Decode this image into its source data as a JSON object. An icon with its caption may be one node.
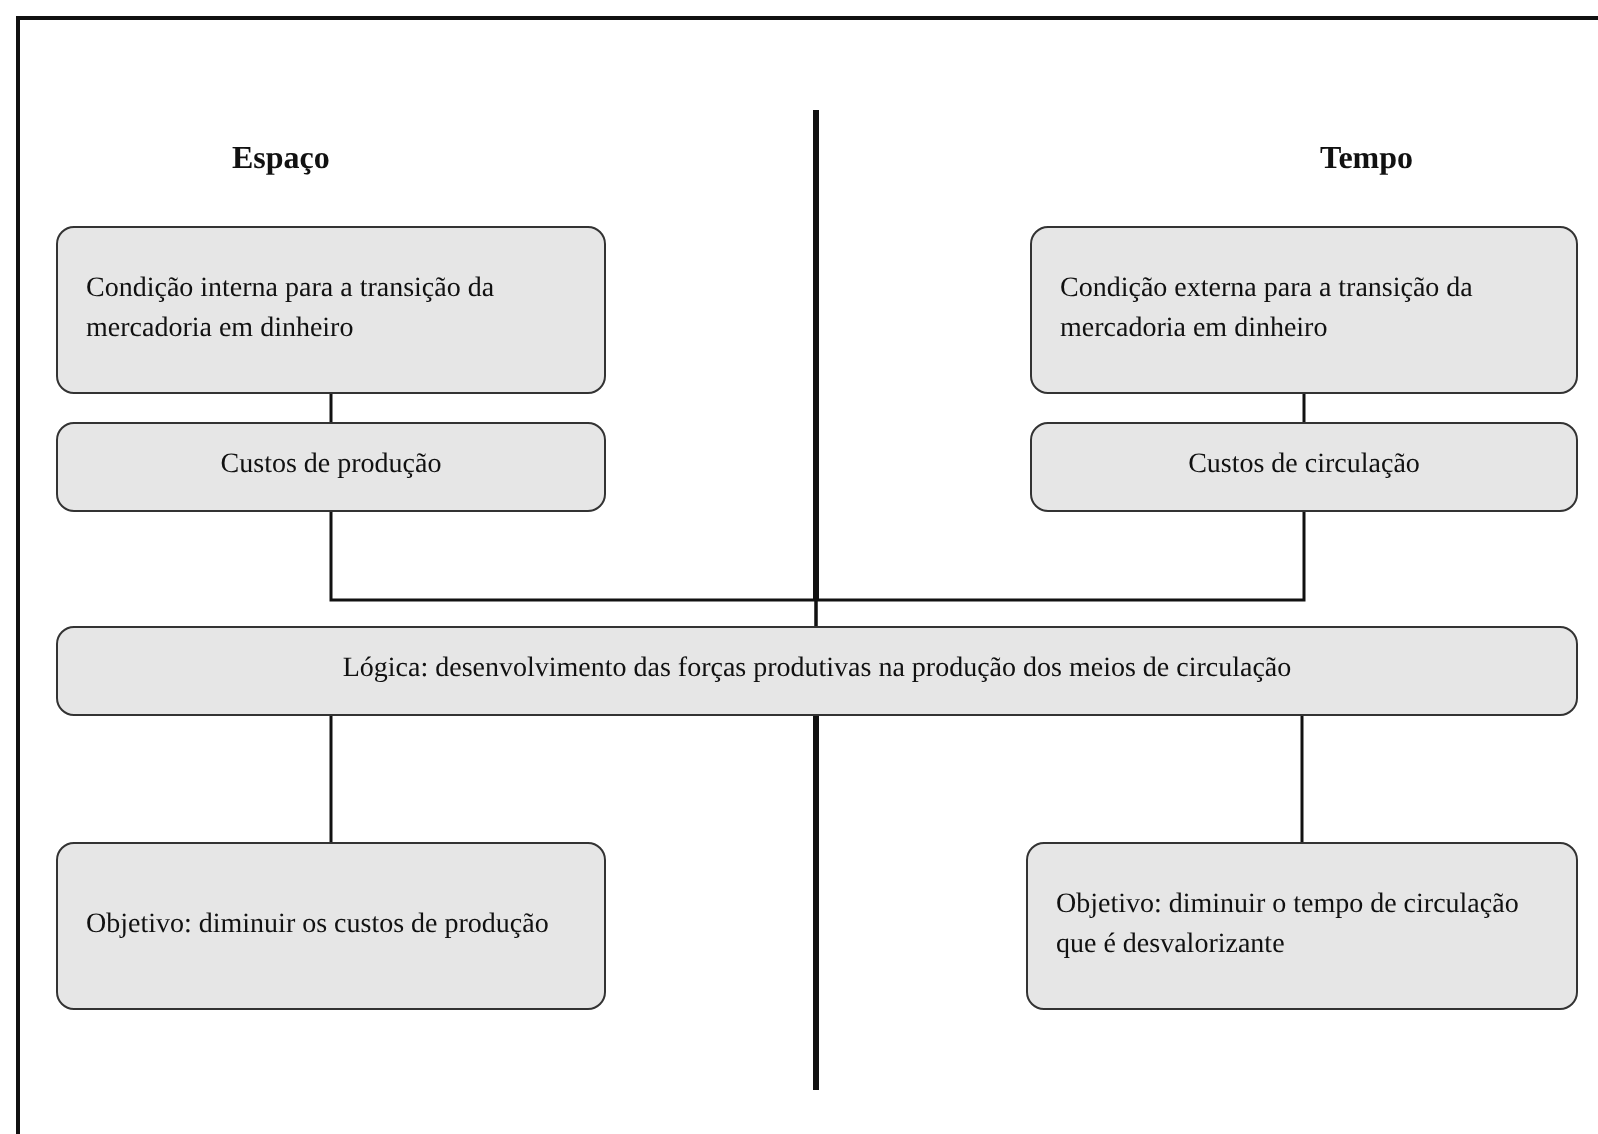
{
  "diagram": {
    "nodes": [
      {
        "text": [
          "Condição interna para a transição da mercadoria em dinheiro"
        ]
      },
      {
        "text": [
          "Custos de produção"
        ]
      },
      {
        "text": [
          "Condição externa para a transição da mercadoria em dinheiro"
        ]
      },
      {
        "text": [
          "Custos de circulação"
        ]
      },
      {
        "text": [
          "Lógica: desenvolvimento das forças produtivas na produção dos meios de circulação"
        ]
      },
      {
        "text": [
          "Objetivo: diminuir os custos de produção"
        ]
      },
      {
        "text": [
          "Objetivo: diminuir o tempo de circulação que é desvalorizante"
        ]
      }
    ],
    "edges": [
      {
        "from": 0,
        "to": 1,
        "arrow": "none"
      },
      {
        "from": 2,
        "to": 3,
        "arrow": "none"
      },
      {
        "from": 1,
        "to": 4,
        "arrow": "none"
      },
      {
        "from": 3,
        "to": 4,
        "arrow": "none"
      },
      {
        "from": 4,
        "to": 5,
        "arrow": "none"
      },
      {
        "from": 4,
        "to": 6,
        "arrow": "none"
      }
    ],
    "labels": [
      "Espaço",
      "Tempo"
    ]
  }
}
